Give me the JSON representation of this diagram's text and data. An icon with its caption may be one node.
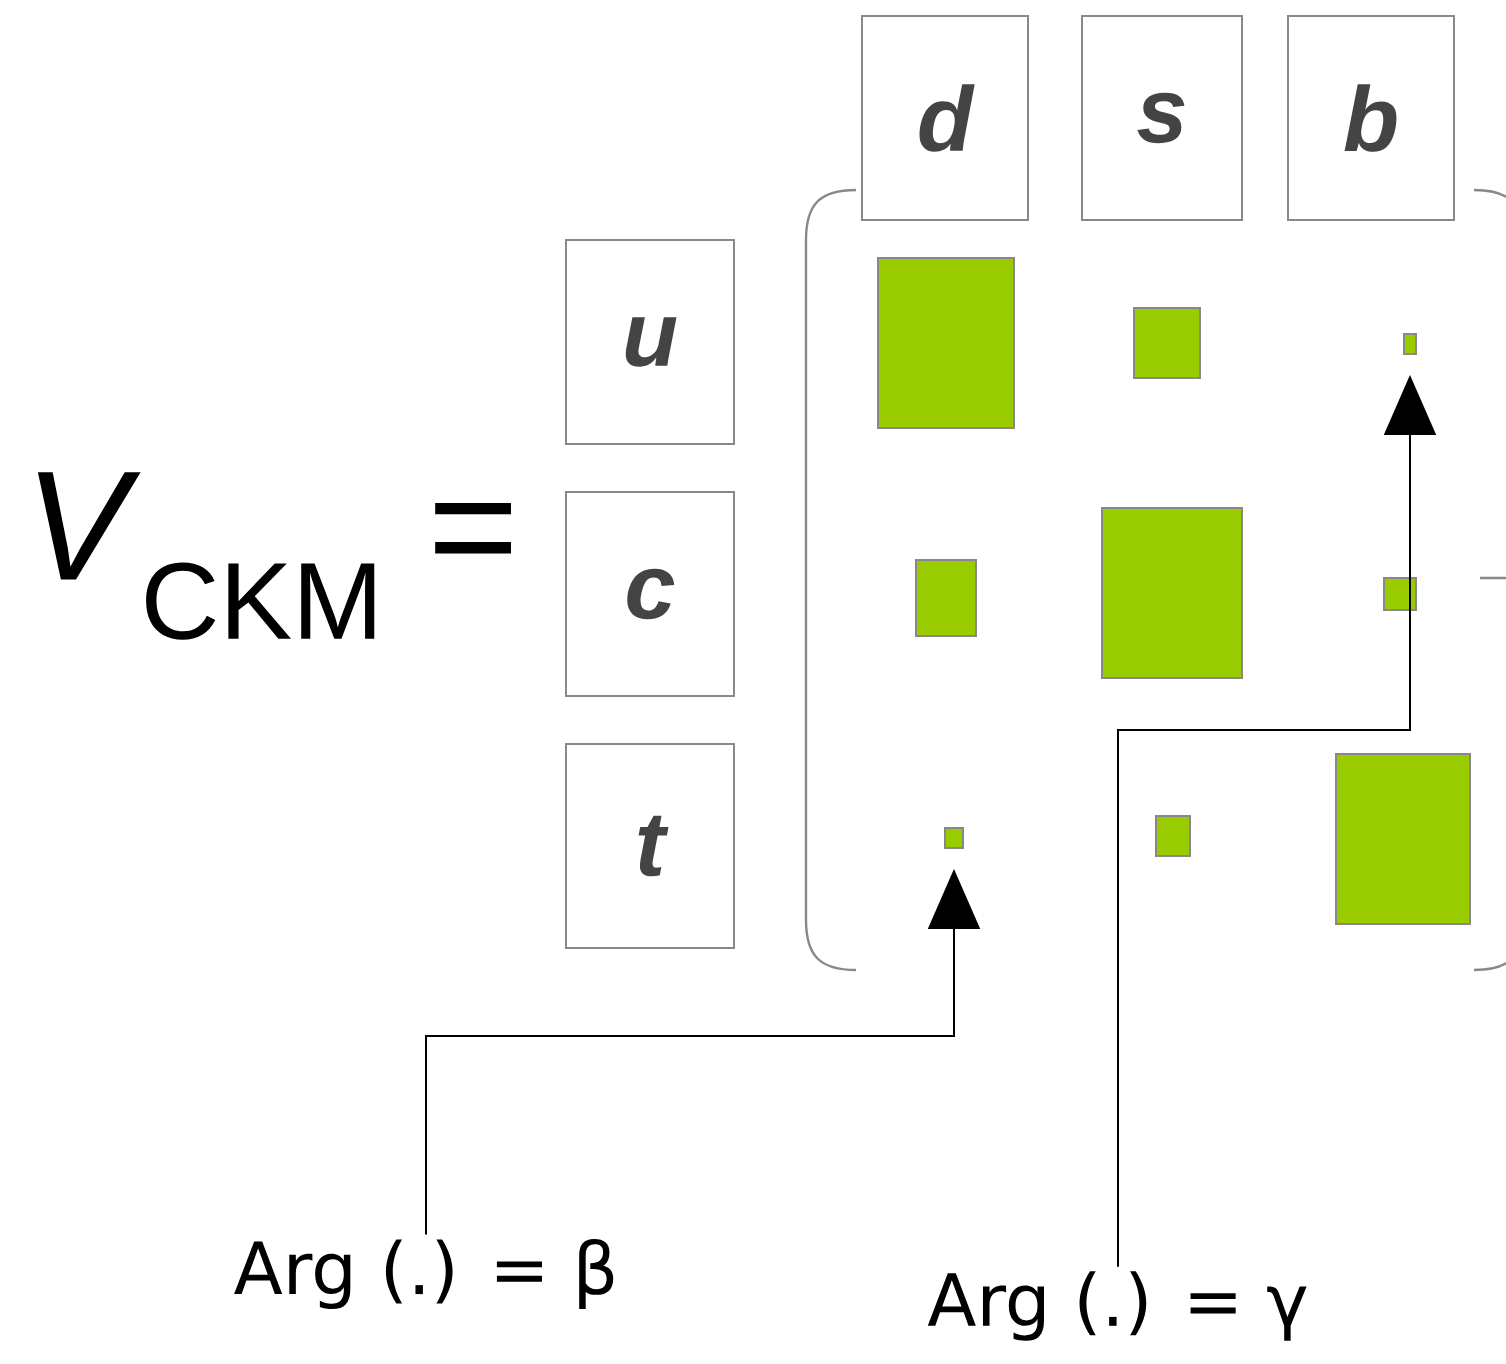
{
  "diagram": {
    "nodes": [
      {
        "text": [
          "d"
        ]
      },
      {
        "text": [
          "s"
        ]
      },
      {
        "text": [
          "b"
        ]
      },
      {
        "text": [
          "u"
        ]
      },
      {
        "text": [],
        "shape": "box"
      },
      {
        "text": [],
        "shape": "box"
      },
      {
        "text": [],
        "shape": "box"
      },
      {
        "text": [
          "c"
        ]
      },
      {
        "text": [],
        "shape": "box"
      },
      {
        "text": [],
        "shape": "box"
      },
      {
        "text": [],
        "shape": "box"
      },
      {
        "text": [
          "t"
        ]
      },
      {
        "text": [],
        "shape": "box"
      },
      {
        "text": [],
        "shape": "box"
      },
      {
        "text": [],
        "shape": "box"
      },
      {
        "text": [
          "Arg (.) = β"
        ]
      },
      {
        "text": [
          "Arg (.) = γ"
        ]
      }
    ],
    "edges": [
      {
        "from": 15,
        "to": 12,
        "arrow": "to"
      },
      {
        "from": 16,
        "to": 6,
        "arrow": "to"
      }
    ],
    "labels": [
      "*V*$_{CKM}$ ="
    ]
  }
}
